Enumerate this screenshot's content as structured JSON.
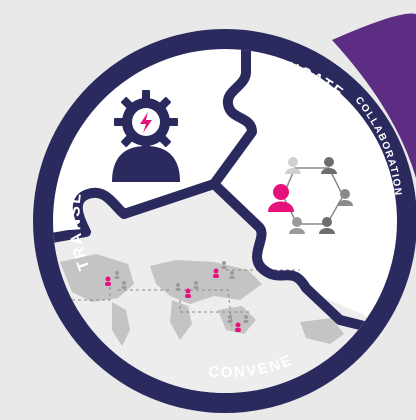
{
  "diagram": {
    "segments": [
      {
        "id": "translate",
        "label": "TRANSLATE"
      },
      {
        "id": "educate",
        "label": "EDUCATE"
      },
      {
        "id": "collaboration",
        "label": "COLLABORATION"
      },
      {
        "id": "convene",
        "label": "CONVENE"
      }
    ],
    "icons": {
      "translate": "person-with-gear-lightning-icon",
      "collaboration": "people-network-icon",
      "convene": "world-map-network-icon"
    },
    "colors": {
      "ring": "#2b2a5e",
      "accent_purple": "#5c2d82",
      "highlight_magenta": "#e6127c",
      "piece_fill": "#ffffff",
      "person_gray": "#7b7b7b",
      "background": "#e9e9e9"
    }
  }
}
